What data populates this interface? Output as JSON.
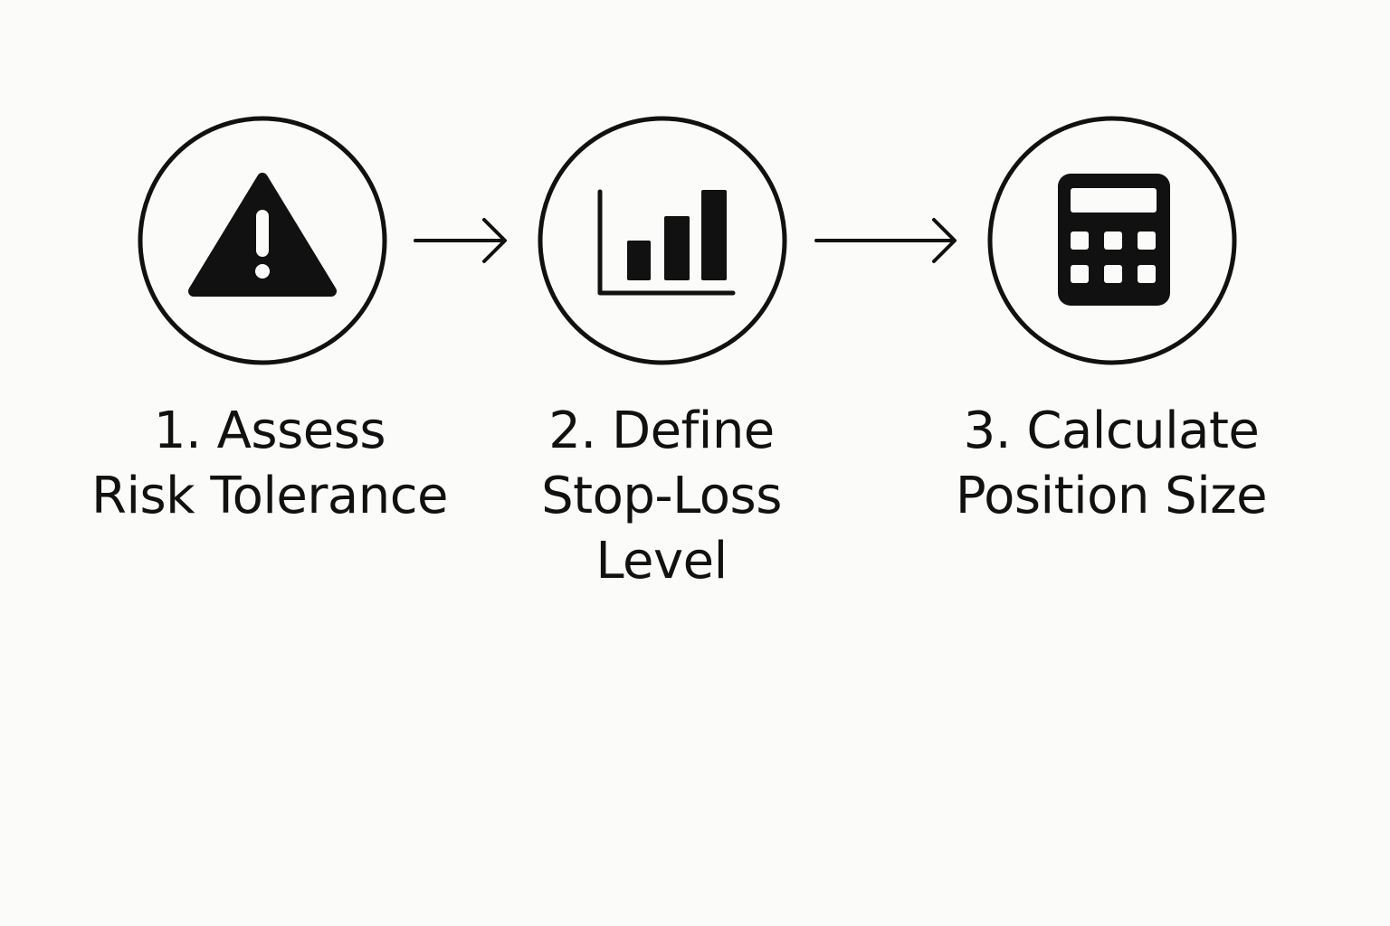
{
  "colors": {
    "background": "#fbfbf9",
    "ink": "#111111"
  },
  "steps": [
    {
      "number_title": "1. Assess",
      "lines": [
        "Risk Tolerance"
      ],
      "icon": "warning-triangle-icon"
    },
    {
      "number_title": "2. Define",
      "lines": [
        "Stop-Loss",
        "Level"
      ],
      "icon": "bar-chart-icon"
    },
    {
      "number_title": "3. Calculate",
      "lines": [
        "Position Size"
      ],
      "icon": "calculator-icon"
    }
  ],
  "connectors": [
    "arrow-right-icon",
    "arrow-right-icon"
  ]
}
